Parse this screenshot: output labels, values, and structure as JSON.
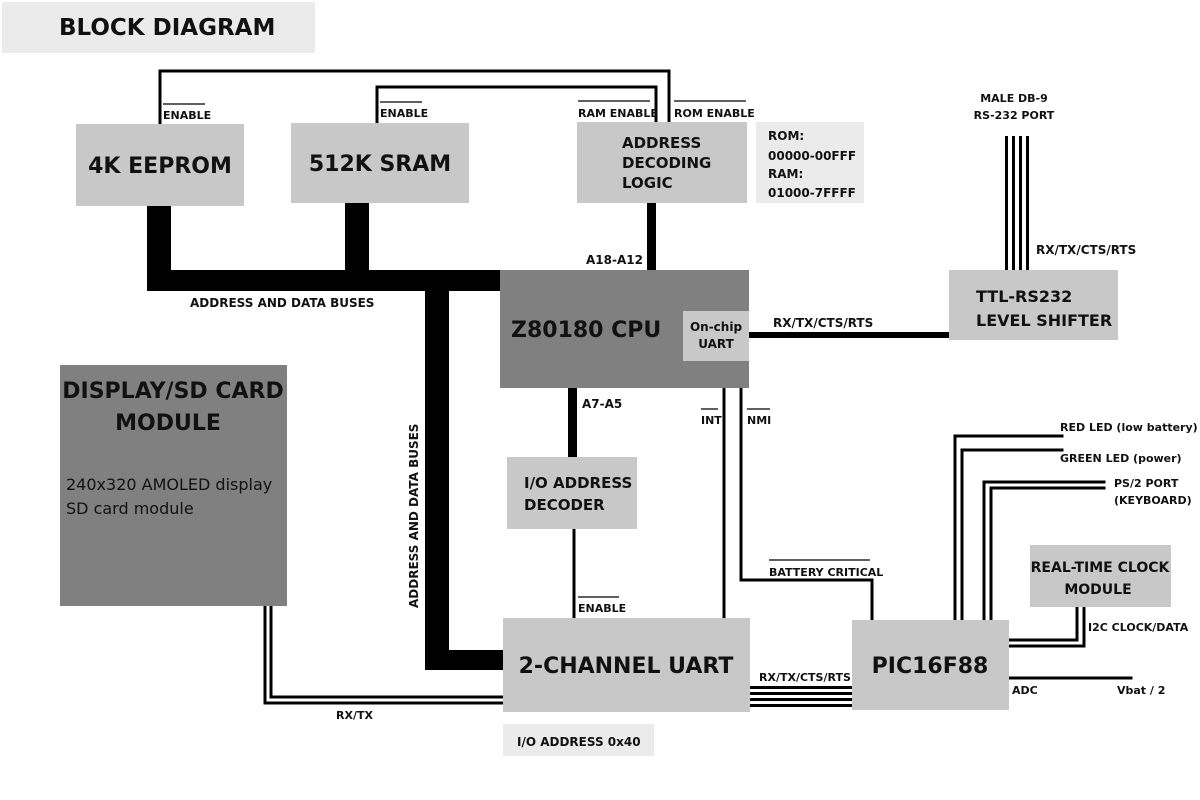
{
  "title": "BLOCK DIAGRAM",
  "blocks": {
    "eeprom": {
      "label": "4K EEPROM"
    },
    "sram": {
      "label": "512K SRAM"
    },
    "addr_decode": {
      "lines": [
        "ADDRESS",
        "DECODING",
        "LOGIC"
      ]
    },
    "memory_map": {
      "lines": [
        "ROM:",
        "00000-00FFF",
        "RAM:",
        "01000-7FFFF"
      ]
    },
    "cpu": {
      "label": "Z80180 CPU",
      "uart_lines": [
        "On-chip",
        "UART"
      ]
    },
    "level_shifter": {
      "lines": [
        "TTL-RS232",
        "LEVEL SHIFTER"
      ]
    },
    "display": {
      "title_lines": [
        "DISPLAY/SD CARD",
        "MODULE"
      ],
      "desc_lines": [
        "240x320 AMOLED display",
        "SD card module"
      ]
    },
    "io_decoder": {
      "lines": [
        "I/O ADDRESS",
        "DECODER"
      ]
    },
    "uart2": {
      "label": "2-CHANNEL UART",
      "address_note": "I/O ADDRESS 0x40"
    },
    "pic": {
      "label": "PIC16F88"
    },
    "rtc": {
      "lines": [
        "REAL-TIME CLOCK",
        "MODULE"
      ]
    }
  },
  "signals": {
    "eeprom_enable": "ENABLE",
    "sram_enable": "ENABLE",
    "ram_enable": "RAM ENABLE",
    "rom_enable": "ROM ENABLE",
    "a18_a12": "A18-A12",
    "bus_horizontal": "ADDRESS AND DATA BUSES",
    "bus_vertical": "ADDRESS AND DATA BUSES",
    "db9_lines": [
      "MALE DB-9",
      "RS-232 PORT"
    ],
    "rs232_signals": "RX/TX/CTS/RTS",
    "cpu_uart_signals": "RX/TX/CTS/RTS",
    "a7_a5": "A7-A5",
    "int": "INT",
    "nmi": "NMI",
    "uart_enable": "ENABLE",
    "battery_critical": "BATTERY CRITICAL",
    "rx_tx": "RX/TX",
    "uart_pic_signals": "RX/TX/CTS/RTS",
    "red_led": "RED LED (low battery)",
    "green_led": "GREEN LED (power)",
    "ps2_lines": [
      "PS/2 PORT",
      "(KEYBOARD)"
    ],
    "i2c": "I2C CLOCK/DATA",
    "adc": "ADC",
    "vbat": "Vbat / 2"
  },
  "colors": {
    "block_light": "#c8c8c8",
    "block_dark": "#808080",
    "block_pale": "#ebebeb",
    "wire": "#000000"
  }
}
